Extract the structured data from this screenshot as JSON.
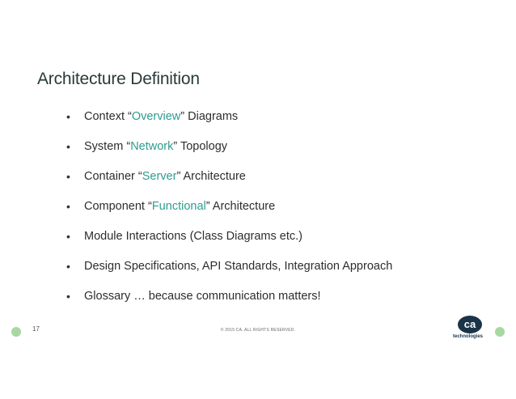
{
  "slide": {
    "title": "Architecture Definition",
    "bullets": [
      {
        "pre": "Context “",
        "hl": "Overview",
        "post": "” Diagrams"
      },
      {
        "pre": "System “",
        "hl": "Network",
        "post": "” Topology"
      },
      {
        "pre": "Container “",
        "hl": "Server",
        "post": "” Architecture"
      },
      {
        "pre": "Component “",
        "hl": "Functional",
        "post": "” Architecture"
      },
      {
        "pre": "Module Interactions (Class Diagrams etc.)",
        "hl": "",
        "post": ""
      },
      {
        "pre": "Design Specifications, API Standards, Integration Approach",
        "hl": "",
        "post": ""
      },
      {
        "pre": "Glossary … because communication matters!",
        "hl": "",
        "post": ""
      }
    ],
    "bullet_glyph": "•",
    "page_number": "17",
    "copyright": "© 2015 CA. ALL RIGHTS RESERVED.",
    "logo_text": "ca",
    "logo_subtext": "technologies"
  },
  "colors": {
    "highlight": "#2e9c8e",
    "accent_dot": "#a7d8a2",
    "logo": "#1a3347"
  }
}
